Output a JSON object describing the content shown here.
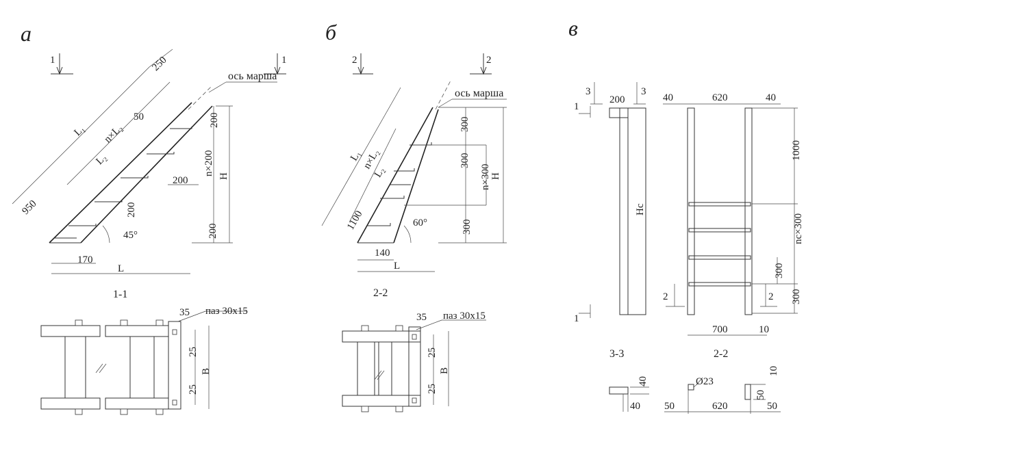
{
  "figures": {
    "a": {
      "label": "а",
      "section_mark": "1",
      "axis_label": "ось марша",
      "dims": {
        "top_width": "250",
        "L1": "L₁",
        "nL2": "n×L₂",
        "L2": "L₂",
        "w50": "50",
        "w950": "950",
        "r200a": "200",
        "rn200": "n×200",
        "r200b": "200",
        "H": "H",
        "step200v": "200",
        "step200h": "200",
        "angle": "45°",
        "w170": "170",
        "L": "L"
      },
      "plan_title": "1-1",
      "plan_dims": {
        "w35": "35",
        "groove": "паз 30х15",
        "d25a": "25",
        "d25b": "25",
        "B": "B"
      }
    },
    "b": {
      "label": "б",
      "section_mark": "2",
      "axis_label": "ось марша",
      "dims": {
        "L1": "L₁",
        "nL2": "n×L₂",
        "L2": "L₂",
        "w1100": "1100",
        "r300a": "300",
        "r300b": "300",
        "rn300": "n×300",
        "r300c": "300",
        "H": "H",
        "angle": "60°",
        "w140": "140",
        "L": "L"
      },
      "plan_title": "2-2",
      "plan_dims": {
        "w35": "35",
        "groove": "паз 30х15",
        "d25a": "25",
        "d25b": "25",
        "B": "B"
      }
    },
    "c": {
      "label": "в",
      "mark1": "1",
      "mark2": "2",
      "mark3": "3",
      "side_dims": {
        "w200": "200",
        "Hc": "Hс"
      },
      "front_dims": {
        "w40a": "40",
        "w620": "620",
        "w40b": "40",
        "h1000": "1000",
        "nc300": "nс×300",
        "h300a": "300",
        "h300b": "300",
        "w700": "700",
        "w10": "10"
      },
      "title_side": "3-3",
      "title_front": "2-2",
      "details": {
        "d40a": "40",
        "d40b": "40",
        "dia": "Ø23",
        "d10": "10",
        "d50v": "50",
        "d50a": "50",
        "d620": "620",
        "d50b": "50"
      }
    }
  }
}
